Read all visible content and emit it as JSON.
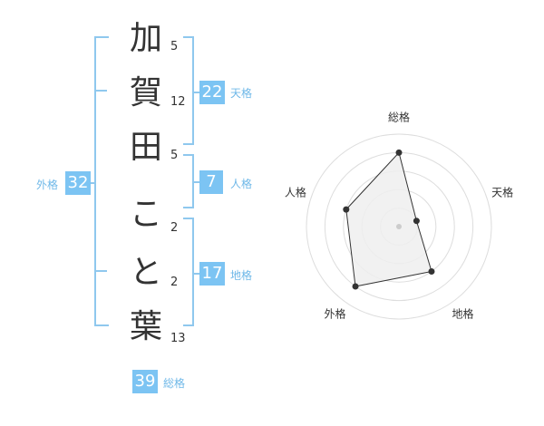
{
  "name_chars": [
    {
      "char": "加",
      "strokes": "5"
    },
    {
      "char": "賀",
      "strokes": "12"
    },
    {
      "char": "田",
      "strokes": "5"
    },
    {
      "char": "こ",
      "strokes": "2"
    },
    {
      "char": "と",
      "strokes": "2"
    },
    {
      "char": "葉",
      "strokes": "13"
    }
  ],
  "fortunes": {
    "tenkaku": {
      "value": "22",
      "label": "天格"
    },
    "jinkaku": {
      "value": "7",
      "label": "人格"
    },
    "chikaku": {
      "value": "17",
      "label": "地格"
    },
    "gaikaku": {
      "value": "32",
      "label": "外格"
    },
    "soukaku": {
      "value": "39",
      "label": "総格"
    }
  },
  "chart_data": {
    "type": "radar",
    "axes": [
      "総格",
      "天格",
      "地格",
      "外格",
      "人格"
    ],
    "values": [
      4,
      1,
      3,
      4,
      3
    ],
    "rmax": 5,
    "rings": 5
  },
  "colors": {
    "accent": "#7cc4f3",
    "bracket": "#8fc8ee",
    "text": "#333333",
    "fill": "#eeeeee"
  }
}
